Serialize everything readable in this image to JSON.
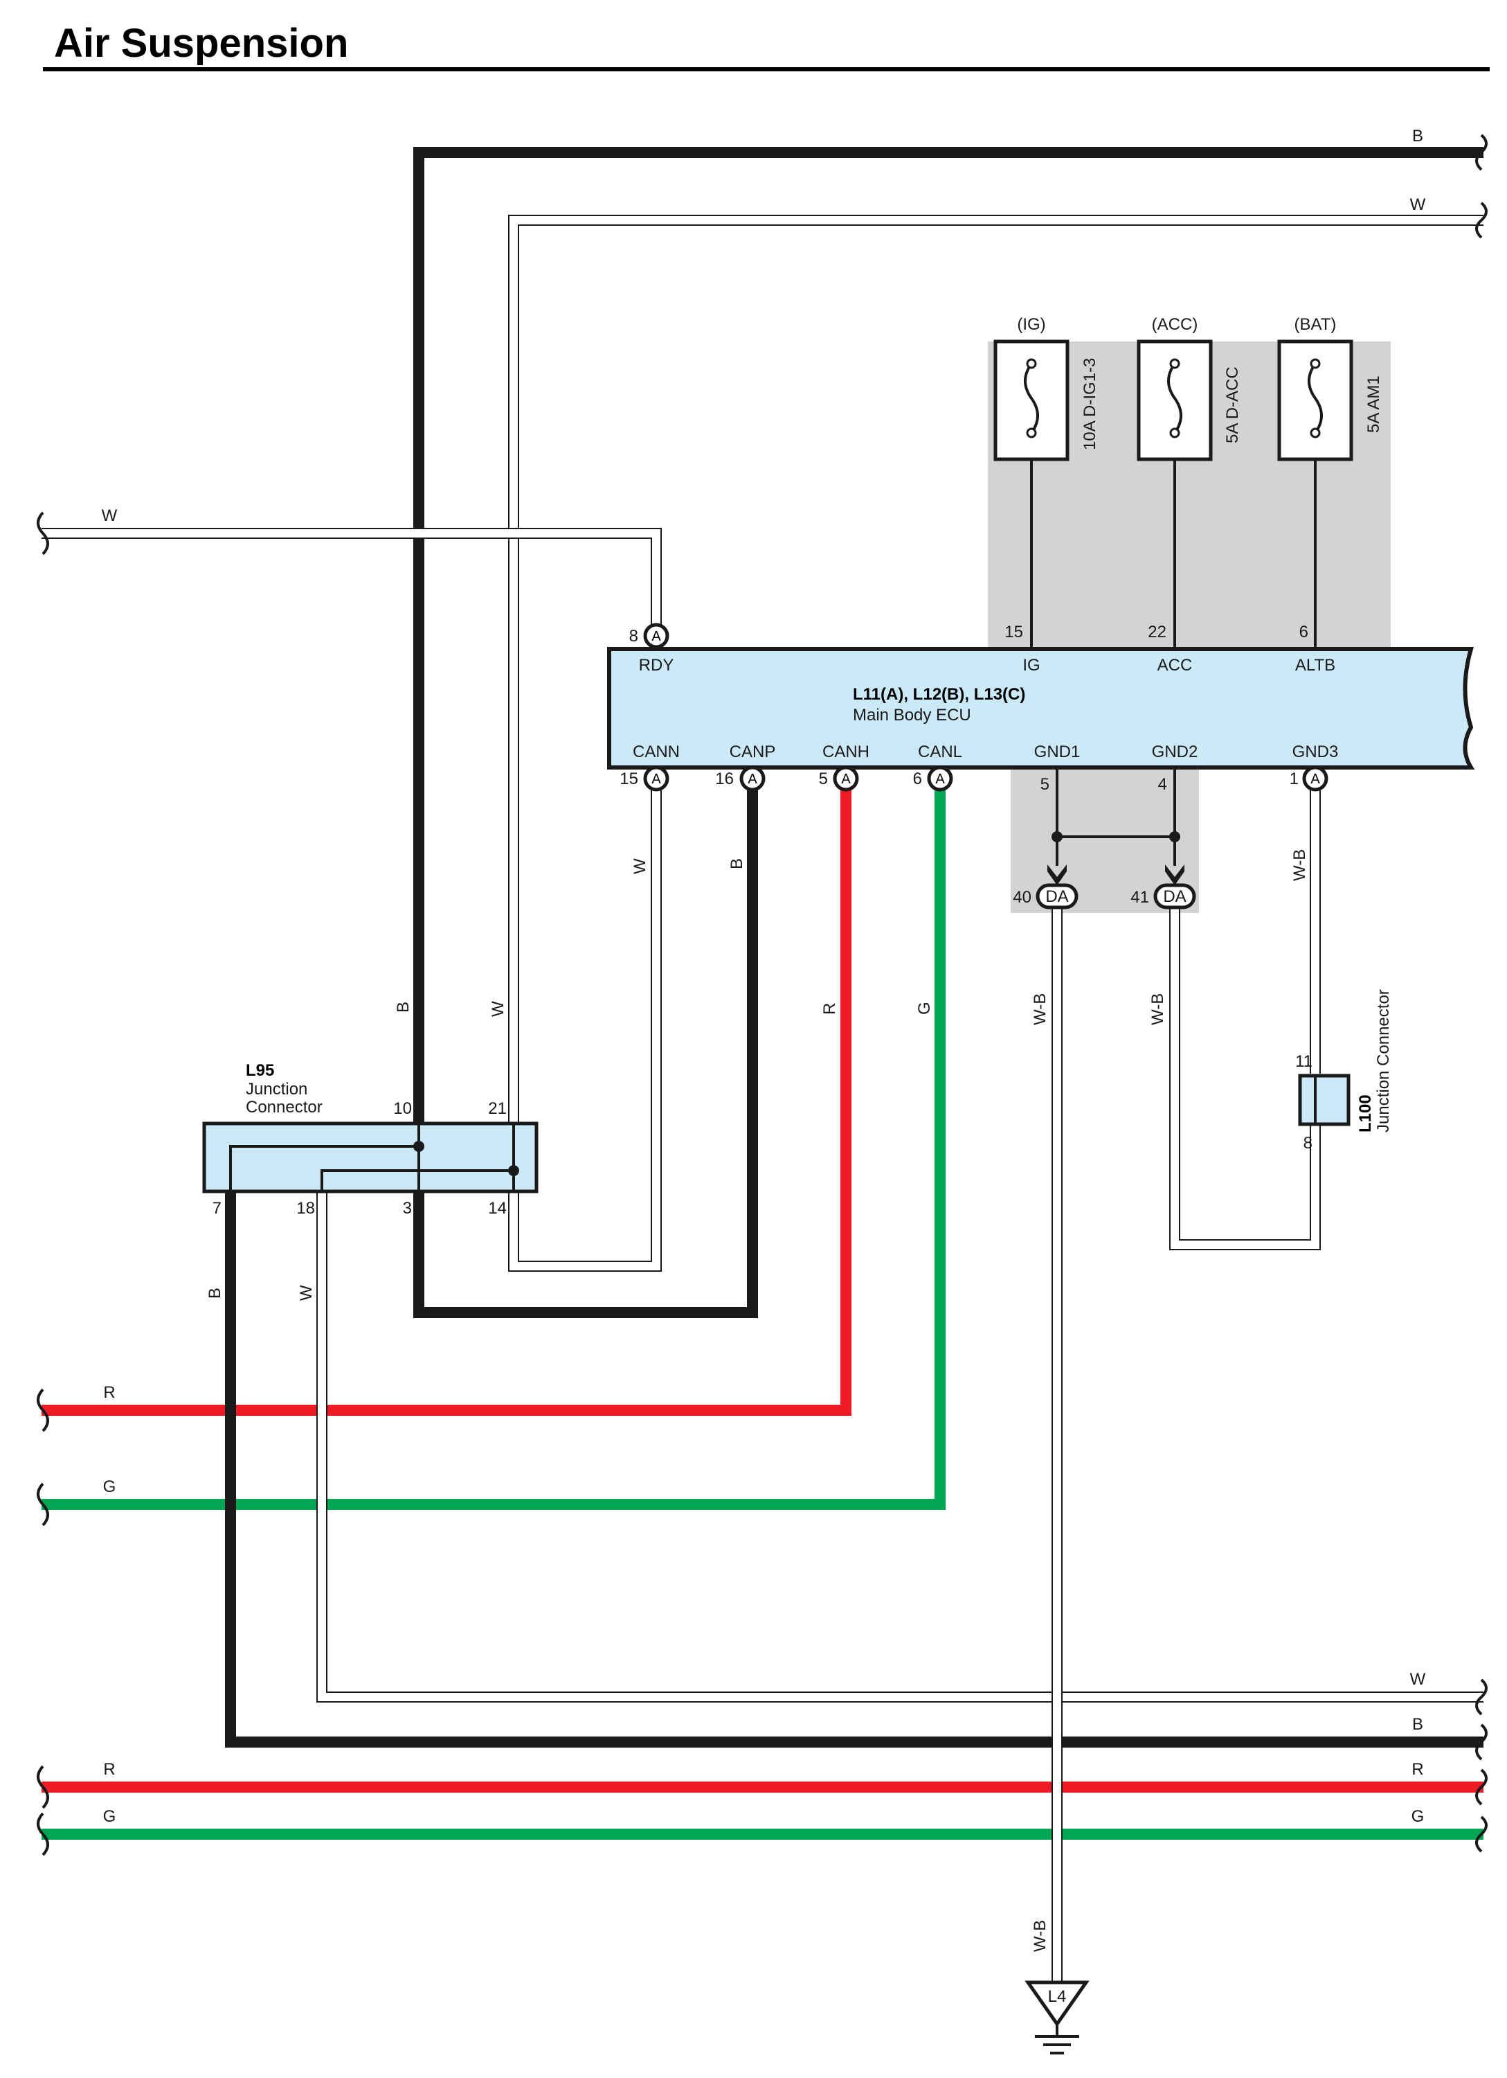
{
  "title": "Air Suspension",
  "ecu": {
    "name": "L11(A), L12(B), L13(C)",
    "desc": "Main Body ECU",
    "top_pins": [
      {
        "num": "8",
        "conn": "A",
        "label": "RDY"
      },
      {
        "num": "15",
        "label": "IG"
      },
      {
        "num": "22",
        "label": "ACC"
      },
      {
        "num": "6",
        "label": "ALTB"
      }
    ],
    "bottom_pins": [
      {
        "num": "15",
        "conn": "A",
        "label": "CANN"
      },
      {
        "num": "16",
        "conn": "A",
        "label": "CANP"
      },
      {
        "num": "5",
        "conn": "A",
        "label": "CANH"
      },
      {
        "num": "6",
        "conn": "A",
        "label": "CANL"
      },
      {
        "num": "5",
        "label": "GND1"
      },
      {
        "num": "4",
        "label": "GND2"
      },
      {
        "num": "1",
        "conn": "A",
        "label": "GND3"
      }
    ]
  },
  "fuses": [
    {
      "source": "(IG)",
      "rating": "10A D-IG1-3"
    },
    {
      "source": "(ACC)",
      "rating": "5A D-ACC"
    },
    {
      "source": "(BAT)",
      "rating": "5A AM1"
    }
  ],
  "l95": {
    "id": "L95",
    "line1": "Junction",
    "line2": "Connector",
    "pins": [
      "10",
      "21",
      "7",
      "18",
      "3",
      "14"
    ]
  },
  "l100": {
    "id": "L100",
    "desc": "Junction Connector",
    "pins": [
      "11",
      "8"
    ]
  },
  "ground_joints": [
    {
      "num": "40",
      "conn": "DA"
    },
    {
      "num": "41",
      "conn": "DA"
    }
  ],
  "ground_point": "L4",
  "wire_labels": {
    "b": "B",
    "w": "W",
    "r": "R",
    "g": "G",
    "wb": "W-B"
  },
  "colors": {
    "black": "#1a1a1a",
    "white_wire": "#ffffff",
    "red": "#ed1c24",
    "green": "#00a651",
    "ecu_fill": "#cce9f8",
    "shade": "#d3d3d5"
  }
}
